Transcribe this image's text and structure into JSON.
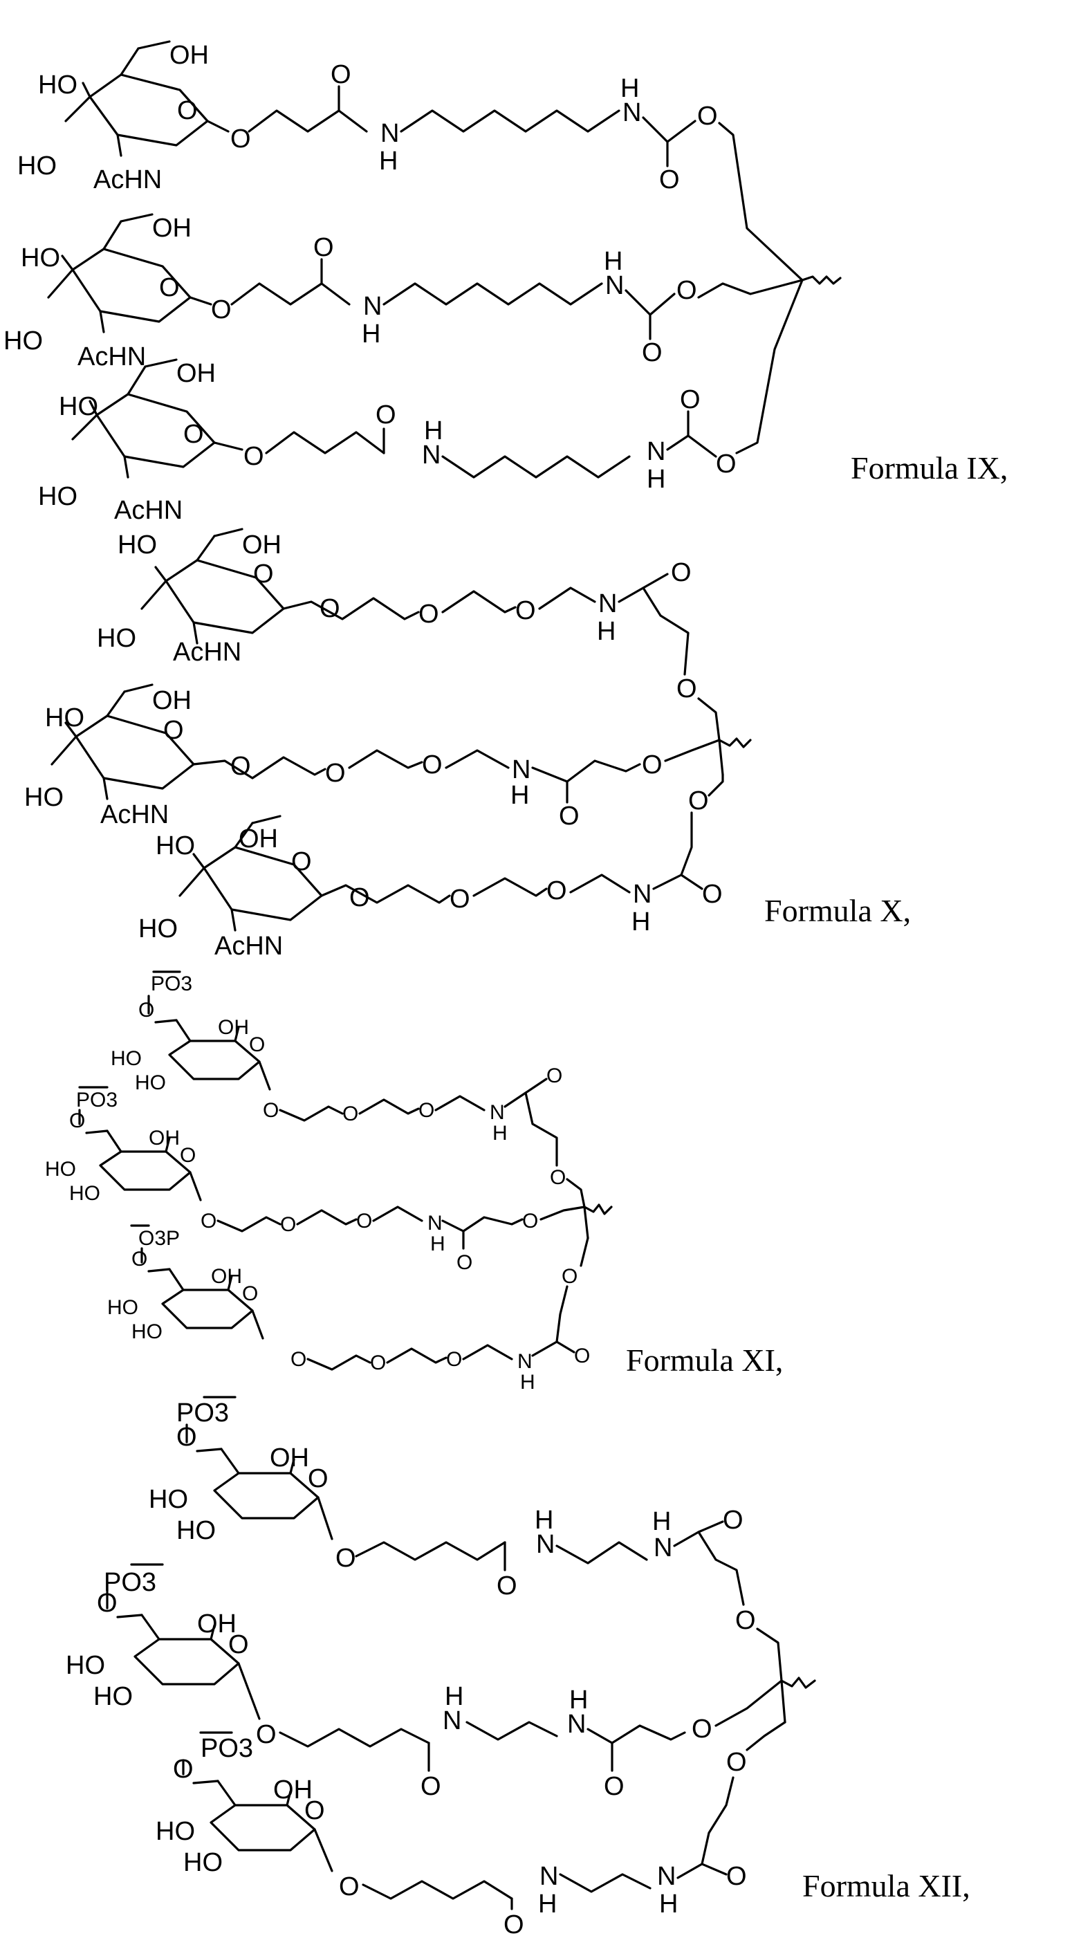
{
  "formulas": [
    {
      "label": "Formula IX,"
    },
    {
      "label": "Formula X,"
    },
    {
      "label": "Formula XI,"
    },
    {
      "label": "Formula XII,"
    }
  ],
  "atoms": {
    "hydroxyl": "HO",
    "hydroxyl_r": "OH",
    "acetamido": "AcHN",
    "oxygen": "O",
    "nitrogen": "N",
    "hydrogen": "H",
    "phosphate": "PO3",
    "phosphate_left": "O3P"
  }
}
